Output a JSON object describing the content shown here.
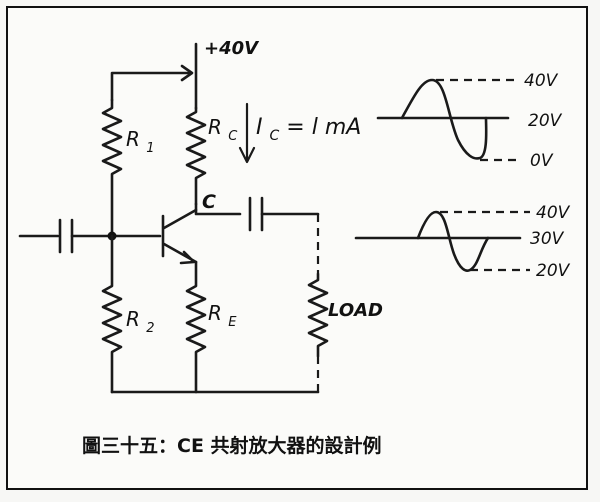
{
  "supply": {
    "label": "+40V"
  },
  "components": {
    "r1": {
      "label": "R",
      "sub": "1"
    },
    "r2": {
      "label": "R",
      "sub": "2"
    },
    "rc": {
      "label": "R",
      "sub": "C"
    },
    "re": {
      "label": "R",
      "sub": "E"
    },
    "load": {
      "label": "LOAD"
    },
    "collector_node": {
      "label": "C"
    }
  },
  "current": {
    "label": "I",
    "sub": "C",
    "value": "= l mA"
  },
  "waveforms": {
    "input": {
      "levels": [
        "40V",
        "20V",
        "0V"
      ]
    },
    "output": {
      "levels": [
        "40V",
        "30V",
        "20V"
      ]
    }
  },
  "caption": "圖三十五：CE 共射放大器的設計例"
}
